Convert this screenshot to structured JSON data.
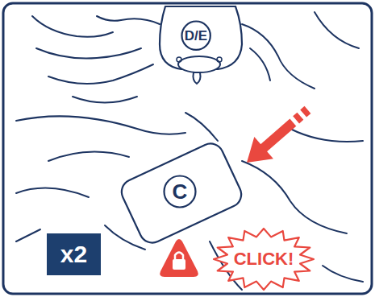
{
  "diagram": {
    "nodes": [
      {
        "text": [
          "D/E"
        ]
      },
      {
        "text": [
          "C"
        ]
      },
      {
        "text": [
          "x2"
        ]
      },
      {
        "text": [
          "CLICK!"
        ]
      }
    ]
  }
}
